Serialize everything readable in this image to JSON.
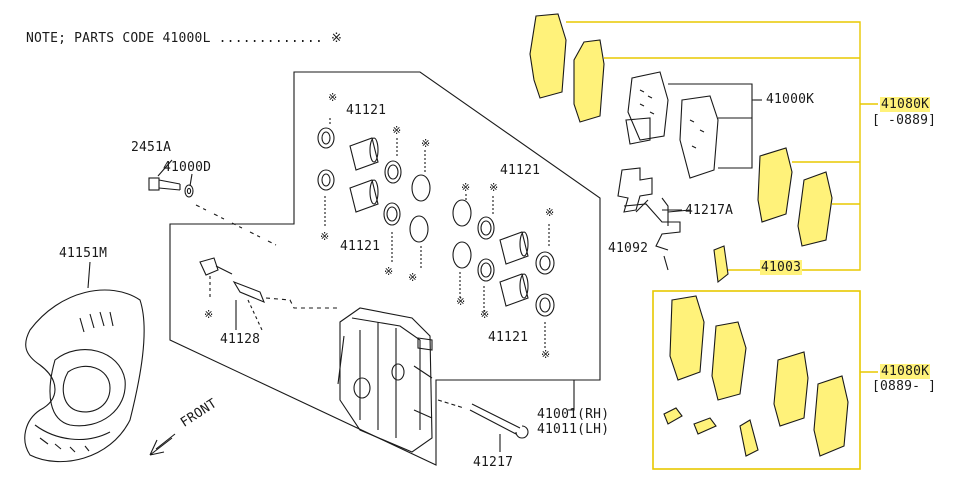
{
  "note": "NOTE; PARTS CODE 41000L ............. ※",
  "mark_symbol": "※",
  "colors": {
    "highlight": "#fff27a",
    "highlight_border": "#e8c800",
    "line": "#1a1a1a"
  },
  "labels": {
    "bolt_2451a": "2451A",
    "washer_41000d": "41000D",
    "baffle_41151m": "41151M",
    "bleeder_41128": "41128",
    "seal_upper": "41121",
    "seal_upper_lower": "41121",
    "seal_right_top": "41121",
    "seal_right_bottom": "41121",
    "caliper_rh": "41001(RH)",
    "caliper_lh": "41011(LH)",
    "pin_41217": "41217",
    "pad_kit_41000k": "41000K",
    "clip_41217a": "41217A",
    "spring_41092": "41092",
    "shim_41003": "41003",
    "pad_set_upper": "41080K",
    "pad_set_upper_range": "[    -0889]",
    "pad_set_lower": "41080K",
    "pad_set_lower_range": "[0889-    ]",
    "front": "FRONT"
  }
}
